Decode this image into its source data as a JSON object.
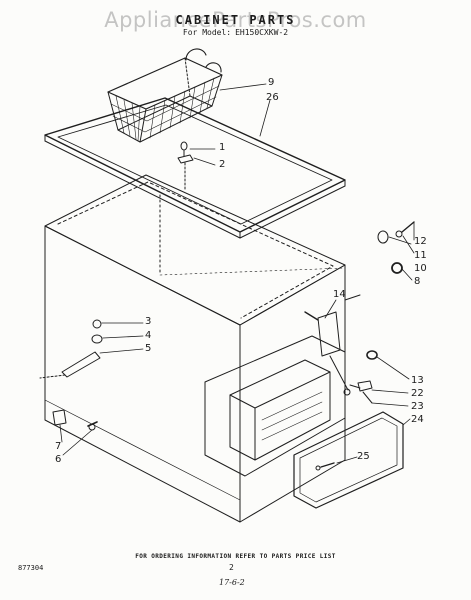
{
  "header": {
    "watermark": "AppliancePartsPros.com",
    "title": "CABINET PARTS",
    "model_prefix": "For Model:",
    "model_number": "EH150CXKW-2"
  },
  "callouts": {
    "c1": "1",
    "c2": "2",
    "c3": "3",
    "c4": "4",
    "c5": "5",
    "c6": "6",
    "c7": "7",
    "c8": "8",
    "c9": "9",
    "c10": "10",
    "c11": "11",
    "c12": "12",
    "c13": "13",
    "c14": "14",
    "c22": "22",
    "c23": "23",
    "c24": "24",
    "c25": "25",
    "c26": "26"
  },
  "footer": {
    "ordering_info": "FOR ORDERING INFORMATION REFER TO PARTS PRICE LIST",
    "doc_number": "877304",
    "page_number": "2",
    "date_code": "17-6-2"
  }
}
